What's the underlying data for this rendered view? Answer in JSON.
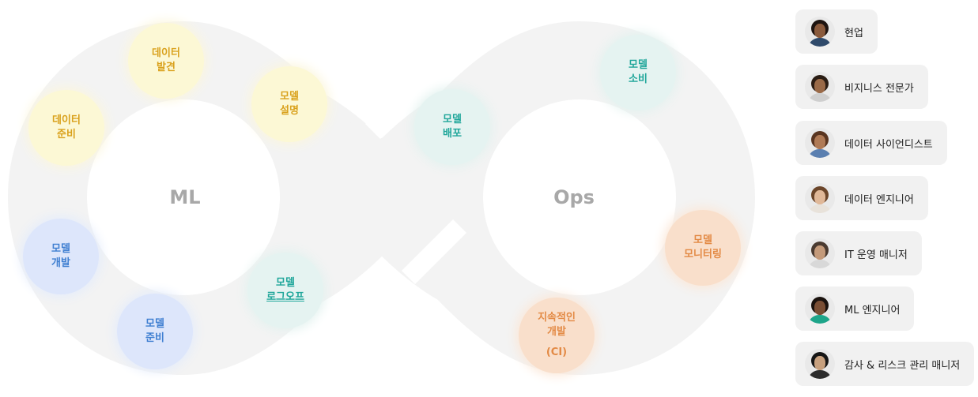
{
  "diagram": {
    "ml_label": "ML",
    "ops_label": "Ops",
    "stages": [
      {
        "lines": [
          "데이터",
          "발견"
        ],
        "color": "yellow"
      },
      {
        "lines": [
          "모델",
          "설명"
        ],
        "color": "yellow"
      },
      {
        "lines": [
          "데이터",
          "준비"
        ],
        "color": "yellow"
      },
      {
        "lines": [
          "모델",
          "개발"
        ],
        "color": "blue"
      },
      {
        "lines": [
          "모델",
          "준비"
        ],
        "color": "blue"
      },
      {
        "lines": [
          "모델",
          "로그오프"
        ],
        "color": "teal"
      },
      {
        "lines": [
          "모델",
          "배포"
        ],
        "color": "teal"
      },
      {
        "lines": [
          "모델",
          "소비"
        ],
        "color": "teal"
      },
      {
        "lines": [
          "모델",
          "모니터링"
        ],
        "color": "orange"
      },
      {
        "lines": [
          "지속적인",
          "개발",
          "(CI)"
        ],
        "color": "orange"
      }
    ],
    "colors": {
      "yellow_text": "#d9a11c",
      "blue_text": "#3f7fd1",
      "teal_text": "#1fa69a",
      "orange_text": "#e38a45",
      "loop": "#f3f3f3"
    }
  },
  "personas": [
    {
      "label": "현업",
      "icon": "person-avatar-icon"
    },
    {
      "label": "비지니스 전문가",
      "icon": "person-avatar-icon"
    },
    {
      "label": "데이터 사이언디스트",
      "icon": "person-avatar-icon"
    },
    {
      "label": "데이터 엔지니어",
      "icon": "person-avatar-icon"
    },
    {
      "label": "IT 운영 매니저",
      "icon": "person-avatar-icon"
    },
    {
      "label": "ML 엔지니어",
      "icon": "person-avatar-icon"
    },
    {
      "label": "감사 & 리스크 관리 매니저",
      "icon": "person-avatar-icon"
    }
  ]
}
